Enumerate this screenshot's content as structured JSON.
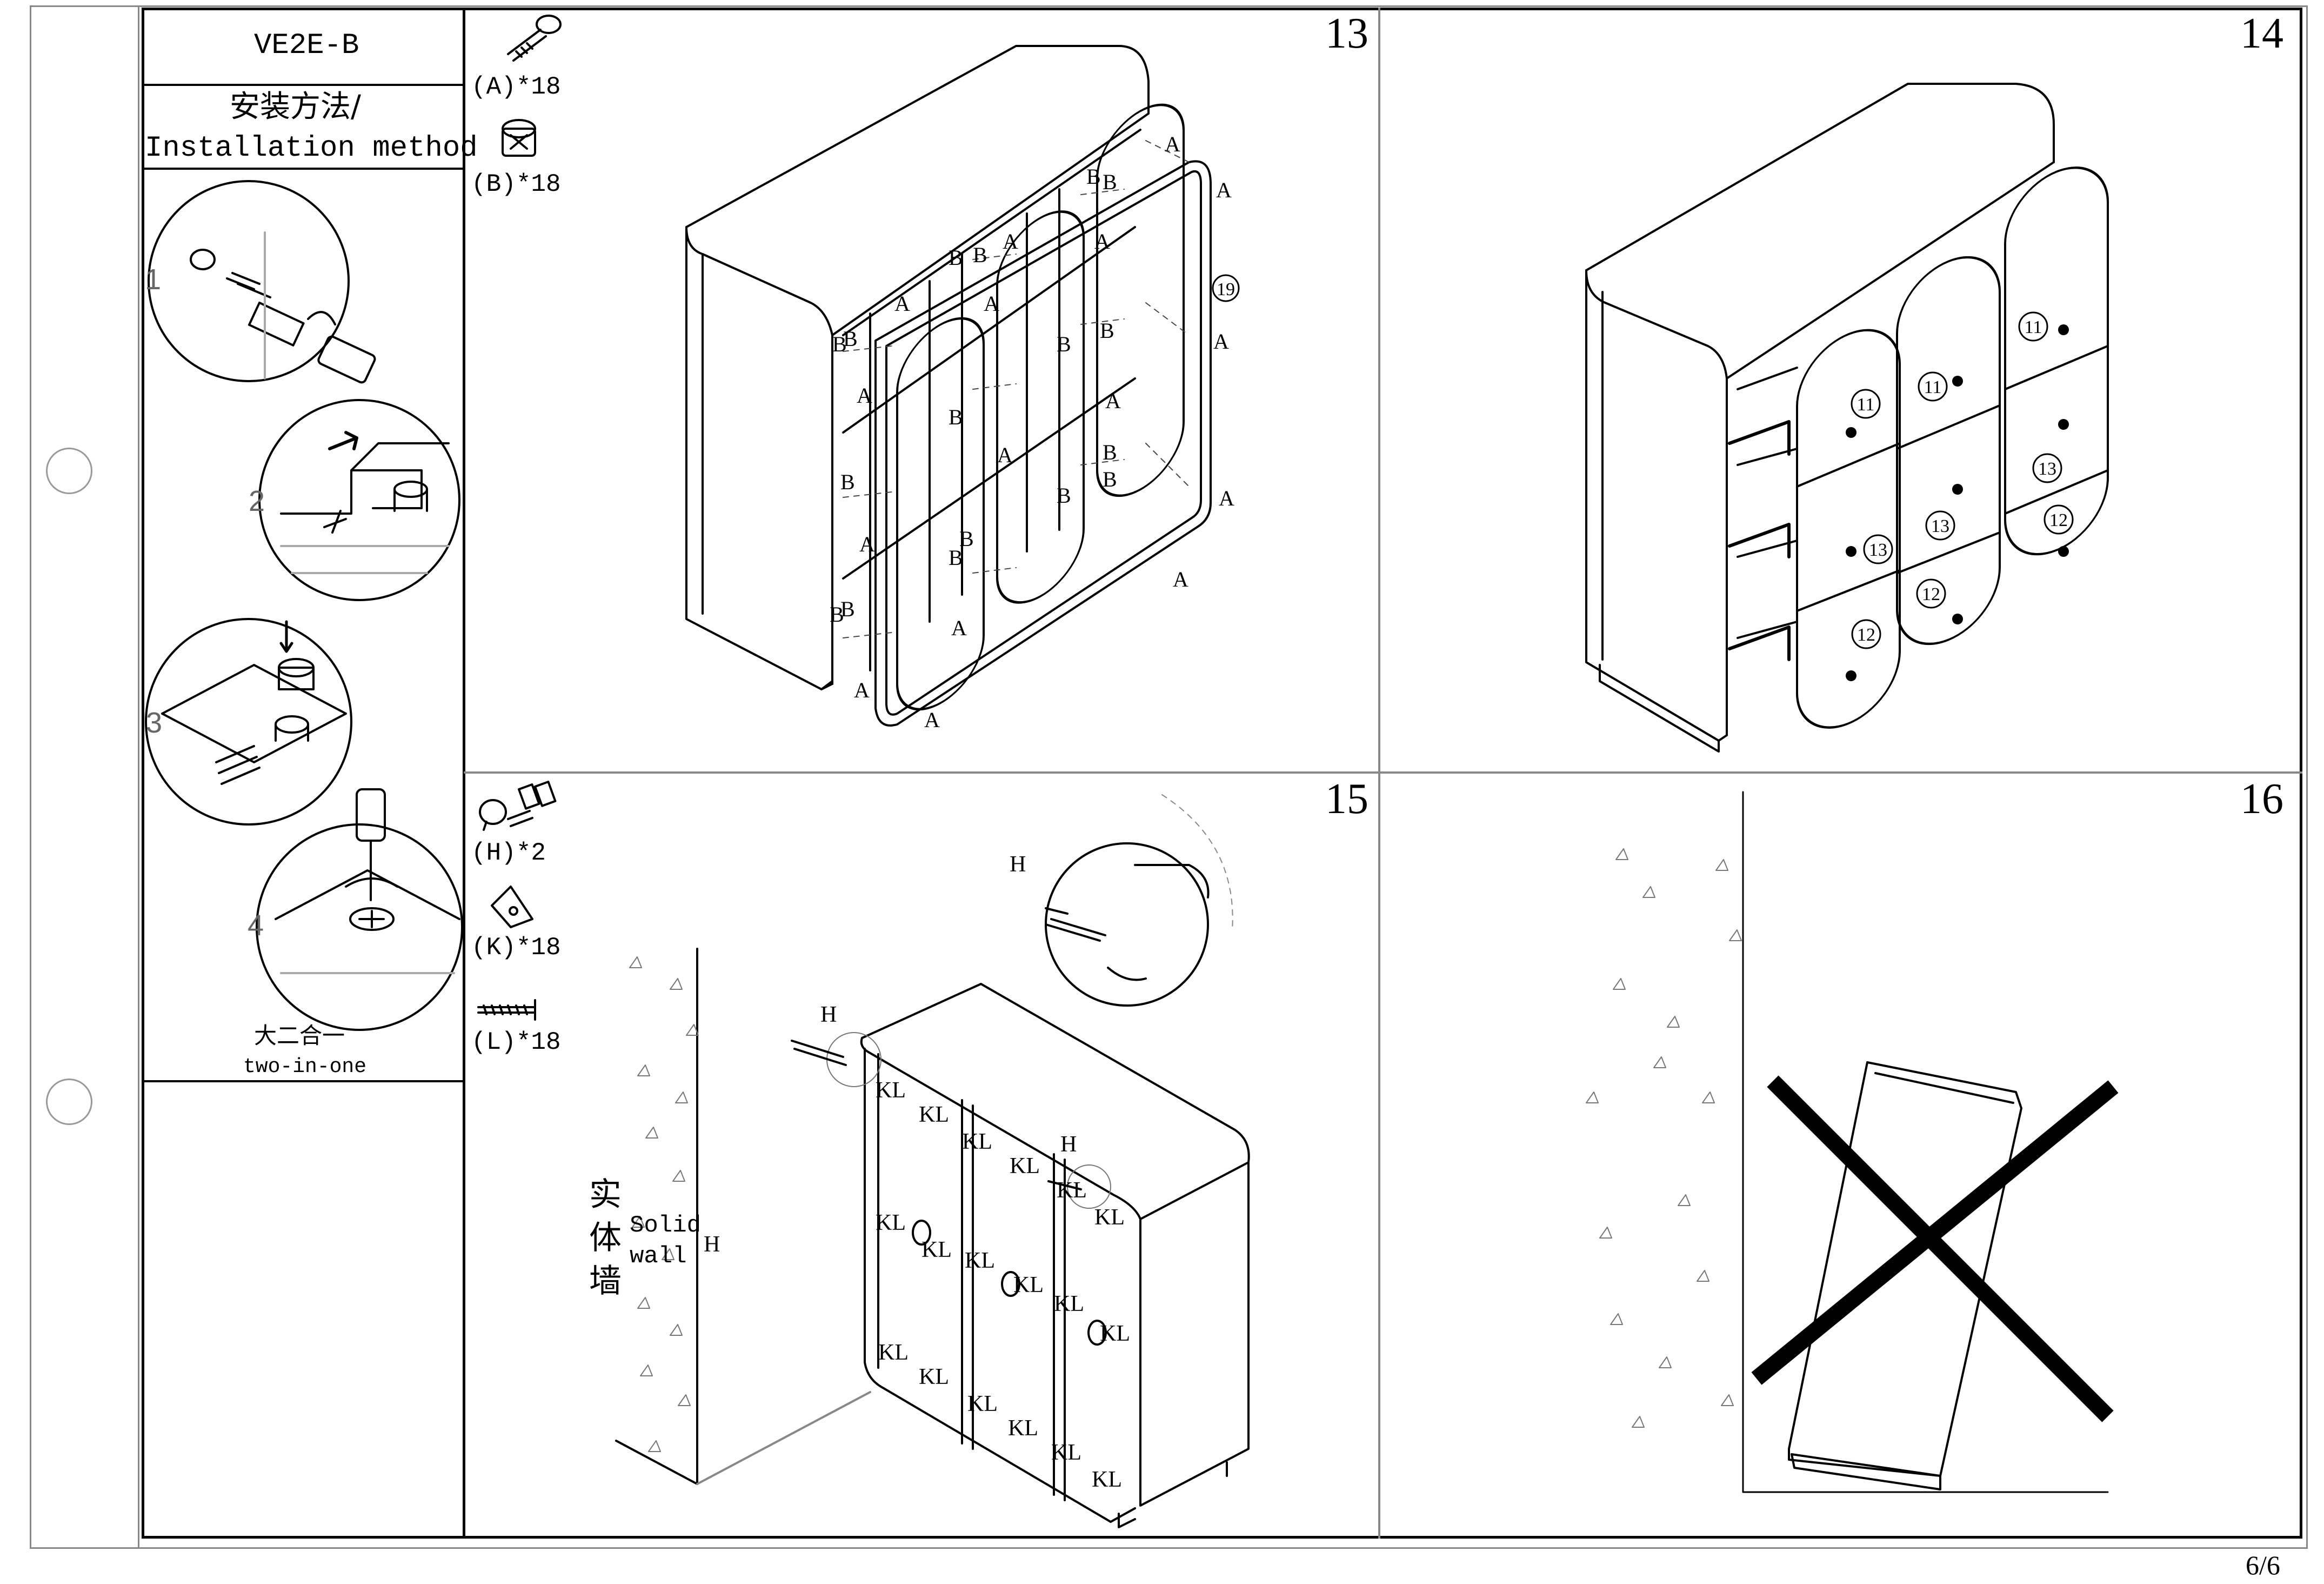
{
  "model": "VE2E-B",
  "method_title_cn": "安装方法/",
  "method_title_en": "Installation method",
  "method_steps": [
    "1",
    "2",
    "3",
    "4"
  ],
  "two_in_one_cn": "大二合一",
  "two_in_one_en": "two-in-one",
  "steps": [
    {
      "number": "13"
    },
    {
      "number": "14"
    },
    {
      "number": "15"
    },
    {
      "number": "16"
    }
  ],
  "parts_step13": [
    {
      "label": "(A)*18",
      "icon": "cam-bolt-icon"
    },
    {
      "label": "(B)*18",
      "icon": "cam-lock-icon"
    }
  ],
  "parts_step15": [
    {
      "label": "(H)*2",
      "icon": "wall-anchor-kit-icon"
    },
    {
      "label": "(K)*18",
      "icon": "corner-bracket-icon"
    },
    {
      "label": "(L)*18",
      "icon": "screw-icon"
    }
  ],
  "step13_markers": {
    "a": "A",
    "b": "B",
    "panel": "19"
  },
  "step14_drawers": [
    "11",
    "11",
    "11",
    "13",
    "13",
    "13",
    "12",
    "12",
    "12"
  ],
  "step15_labels": {
    "h": "H",
    "kl": "KL",
    "wall_cn": [
      "实",
      "体",
      "墙"
    ],
    "wall_en_1": "Solid",
    "wall_en_2": "wall"
  },
  "page_number": "6/6"
}
